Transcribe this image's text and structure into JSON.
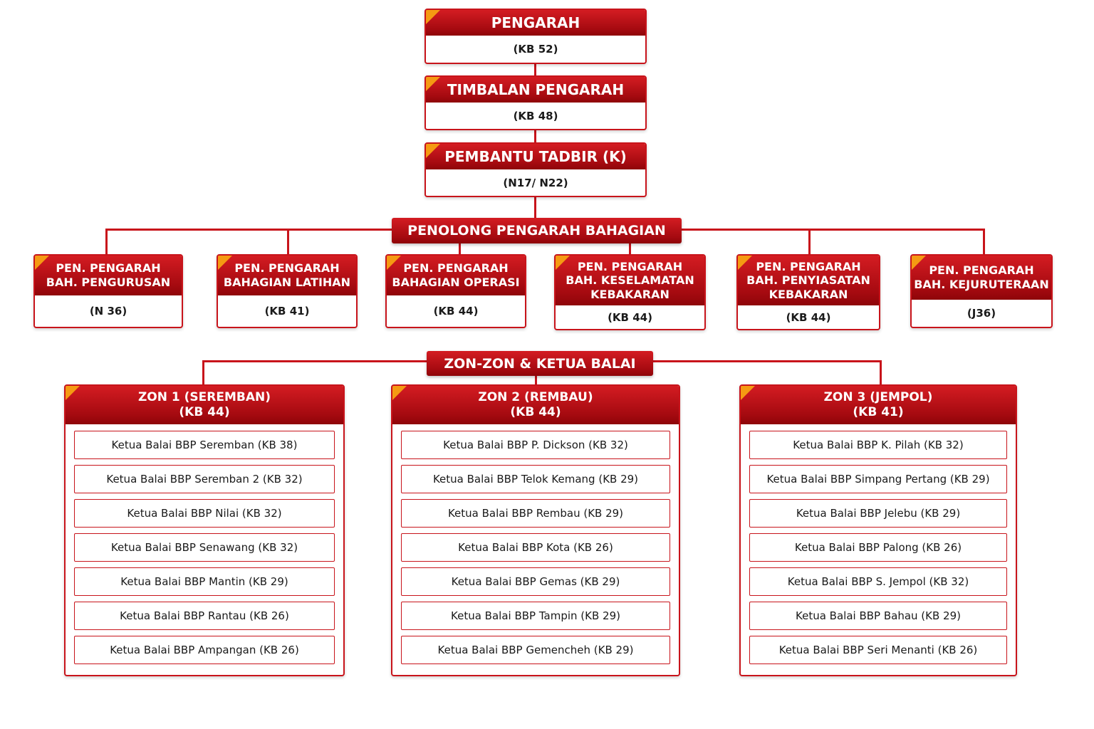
{
  "top": [
    {
      "title": [
        "PENGARAH"
      ],
      "grade": "(KB 52)"
    },
    {
      "title": [
        "TIMBALAN PENGARAH"
      ],
      "grade": "(KB 48)"
    },
    {
      "title": [
        "PEMBANTU TADBIR (K)"
      ],
      "grade": "(N17/ N22)"
    }
  ],
  "divisions_banner": "PENOLONG PENGARAH BAHAGIAN",
  "divisions": [
    {
      "title": [
        "PEN. PENGARAH",
        "BAH. PENGURUSAN"
      ],
      "grade": "(N 36)"
    },
    {
      "title": [
        "PEN. PENGARAH",
        "BAHAGIAN LATIHAN"
      ],
      "grade": "(KB 41)"
    },
    {
      "title": [
        "PEN. PENGARAH",
        "BAHAGIAN OPERASI"
      ],
      "grade": "(KB 44)"
    },
    {
      "title": [
        "PEN. PENGARAH",
        "BAH. KESELAMATAN",
        "KEBAKARAN"
      ],
      "grade": "(KB 44)"
    },
    {
      "title": [
        "PEN. PENGARAH",
        "BAH. PENYIASATAN",
        "KEBAKARAN"
      ],
      "grade": "(KB 44)"
    },
    {
      "title": [
        "PEN. PENGARAH",
        "BAH. KEJURUTERAAN"
      ],
      "grade": "(J36)"
    }
  ],
  "zones_banner": "ZON-ZON & KETUA BALAI",
  "zones": [
    {
      "title": [
        "ZON 1 (SEREMBAN)",
        "(KB 44)"
      ],
      "stations": [
        "Ketua Balai BBP Seremban (KB 38)",
        "Ketua Balai BBP Seremban 2 (KB 32)",
        "Ketua Balai BBP Nilai (KB 32)",
        "Ketua Balai BBP Senawang (KB 32)",
        "Ketua Balai BBP Mantin (KB 29)",
        "Ketua Balai BBP Rantau (KB 26)",
        "Ketua Balai BBP Ampangan (KB 26)"
      ]
    },
    {
      "title": [
        "ZON 2 (REMBAU)",
        "(KB 44)"
      ],
      "stations": [
        "Ketua Balai BBP P. Dickson (KB 32)",
        "Ketua Balai BBP Telok Kemang (KB 29)",
        "Ketua Balai BBP Rembau (KB 29)",
        "Ketua Balai BBP Kota (KB 26)",
        "Ketua Balai BBP Gemas (KB 29)",
        "Ketua Balai BBP Tampin (KB 29)",
        "Ketua Balai BBP Gemencheh (KB 29)"
      ]
    },
    {
      "title": [
        "ZON 3 (JEMPOL)",
        "(KB 41)"
      ],
      "stations": [
        "Ketua Balai BBP K. Pilah (KB 32)",
        "Ketua Balai BBP Simpang Pertang (KB 29)",
        "Ketua Balai BBP Jelebu (KB 29)",
        "Ketua Balai BBP Palong (KB 26)",
        "Ketua Balai BBP S. Jempol (KB 32)",
        "Ketua Balai BBP Bahau (KB 29)",
        "Ketua Balai BBP Seri Menanti (KB 26)"
      ]
    }
  ],
  "colors": {
    "primary_red": "#c8141b",
    "dark_red": "#8e0509",
    "accent_orange": "#f59a12"
  }
}
